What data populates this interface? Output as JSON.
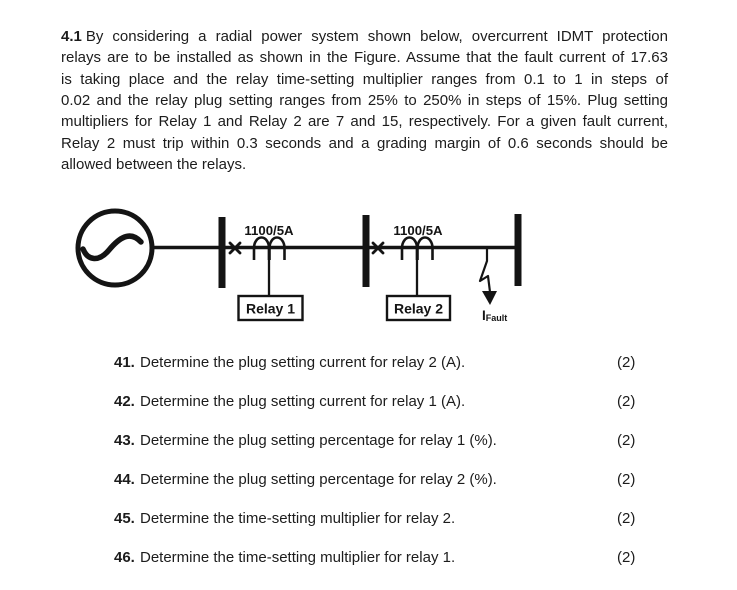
{
  "intro": {
    "number": "4.1",
    "lines": [
      "By considering a radial power system shown below, overcurrent IDMT protection",
      "relays are to be installed as shown in the Figure. Assume that the fault current of 17.63",
      "is taking place and the relay time-setting multiplier ranges from 0.1 to 1 in steps of",
      "0.02 and the relay plug setting ranges from 25% to 250% in steps of 15%. Plug setting",
      "multipliers for Relay 1 and Relay 2 are 7 and 15, respectively. For a given fault current,",
      "Relay 2 must trip within 0.3 seconds and a grading margin of 0.6 seconds should be",
      "allowed between the relays."
    ]
  },
  "diagram": {
    "ct1_label": "1100/5A",
    "ct2_label": "1100/5A",
    "relay1_label": "Relay 1",
    "relay2_label": "Relay 2",
    "fault_label_main": "I",
    "fault_label_sub": "Fault",
    "line_color": "#141414"
  },
  "questions": {
    "items": [
      {
        "num": "41.",
        "text": "Determine the plug setting current for relay 2 (A).",
        "marks": "(2)"
      },
      {
        "num": "42.",
        "text": "Determine the plug setting current for relay 1 (A).",
        "marks": "(2)"
      },
      {
        "num": "43.",
        "text": "Determine the plug setting percentage for relay 1 (%).",
        "marks": "(2)"
      },
      {
        "num": "44.",
        "text": "Determine the plug setting percentage for relay 2 (%).",
        "marks": "(2)"
      },
      {
        "num": "45.",
        "text": "Determine the time-setting multiplier for relay 2.",
        "marks": "(2)"
      },
      {
        "num": "46.",
        "text": "Determine the time-setting multiplier for relay 1.",
        "marks": "(2)"
      }
    ]
  }
}
